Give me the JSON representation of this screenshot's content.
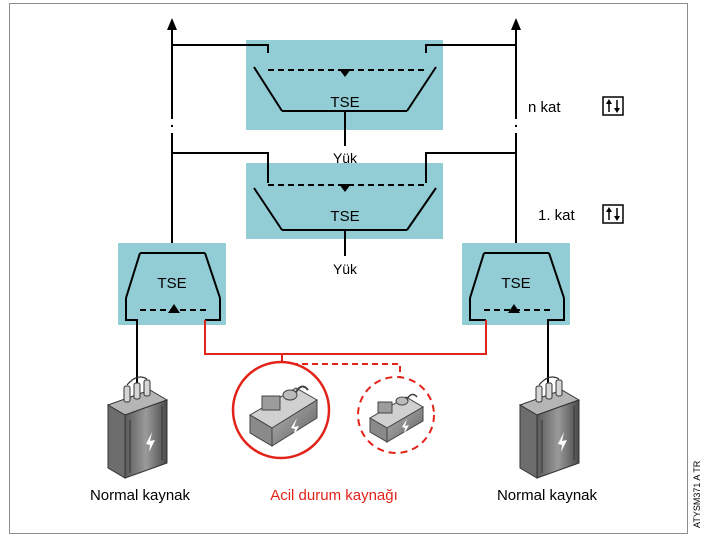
{
  "diagram": {
    "tse_label": "TSE",
    "load_label": "Yük",
    "floor_n_label": "n kat",
    "floor_1_label": "1. kat",
    "normal_source_left": "Normal kaynak",
    "normal_source_right": "Normal kaynak",
    "emergency_source": "Acil durum kaynağı",
    "figure_code": "ATYSM371 A TR",
    "colors": {
      "tse_fill": "#92cdd6",
      "emergency": "#e2231a",
      "line": "#000000"
    },
    "icons": {
      "floor_toggle": "up-down-arrows-icon",
      "transformer": "transformer-icon",
      "generator": "generator-icon"
    }
  }
}
